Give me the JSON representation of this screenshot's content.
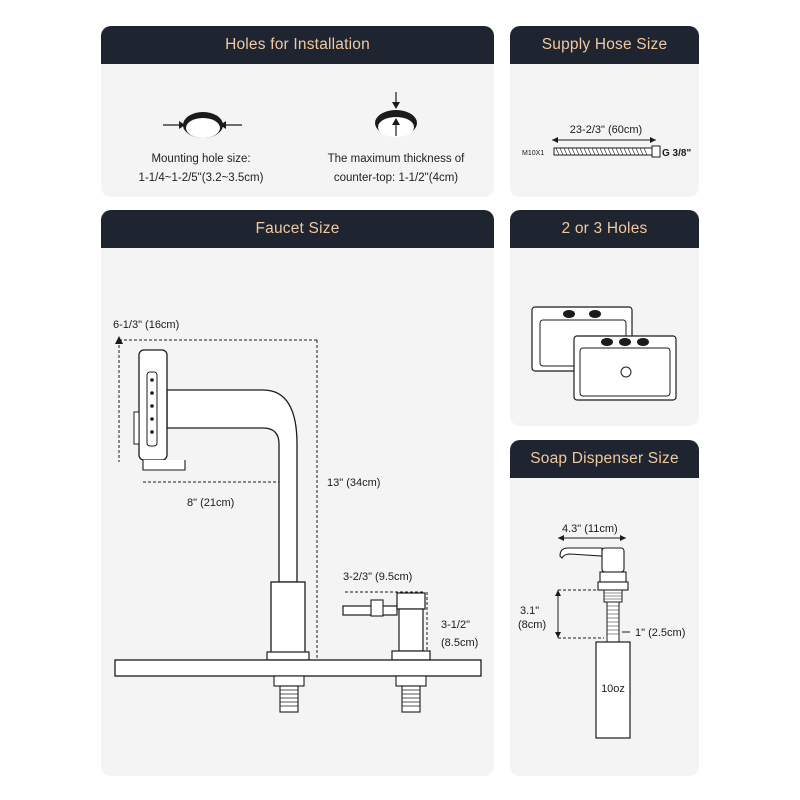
{
  "install": {
    "title": "Holes for Installation",
    "mounting_line1": "Mounting hole size:",
    "mounting_line2": "1-1/4~1-2/5\"(3.2~3.5cm)",
    "thickness_line1": "The maximum thickness of",
    "thickness_line2": "counter-top: 1-1/2\"(4cm)"
  },
  "hose": {
    "title": "Supply Hose Size",
    "length": "23-2/3\" (60cm)",
    "left_thread": "M10X1",
    "right_thread": "G 3/8\""
  },
  "faucet": {
    "title": "Faucet Size",
    "spray_height": "6-1/3\" (16cm)",
    "reach": "8\" (21cm)",
    "height": "13\" (34cm)",
    "handle_length": "3-2/3\" (9.5cm)",
    "handle_height_line1": "3-1/2\"",
    "handle_height_line2": "(8.5cm)"
  },
  "holes": {
    "title": "2 or 3 Holes"
  },
  "soap": {
    "title": "Soap Dispenser Size",
    "width": "4.3\" (11cm)",
    "height_line1": "3.1\"",
    "height_line2": "(8cm)",
    "diameter": "1\" (2.5cm)",
    "bottle_label": "10oz"
  },
  "colors": {
    "header_bg": "#1e2530",
    "header_text": "#f0c9a0",
    "panel_bg": "#f4f4f4"
  }
}
